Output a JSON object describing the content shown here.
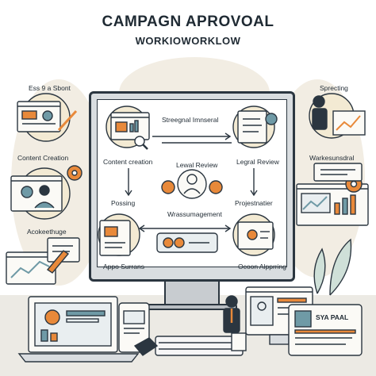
{
  "header": {
    "title": "CAMPAGN APROVOAL",
    "subtitle": "WORKIOWORKLOW"
  },
  "labels": {
    "top_left": "Ess 9 a Sbont",
    "top_right": "Sprecting",
    "content_creation_left": "Content Creation",
    "workes_right": "Warkesunsdral",
    "acknowledge_left": "Acokeethuge",
    "screen_center_top": "Streegnal Imnseral",
    "screen_content": "Content creation",
    "screen_legal_mid": "Lewal Review",
    "screen_legal_right": "Legral Review",
    "screen_possing": "Possing",
    "screen_wrasse": "Wrassumagement",
    "screen_project": "Projestnatier",
    "bottom_left": "Appo Surrans",
    "bottom_right": "Ocoon Alpprring",
    "tablet_text": "SYA PAAL"
  },
  "colors": {
    "orange": "#e8893a",
    "teal": "#6f9aa6",
    "dark": "#2b3640",
    "cream": "#f3ead3"
  }
}
